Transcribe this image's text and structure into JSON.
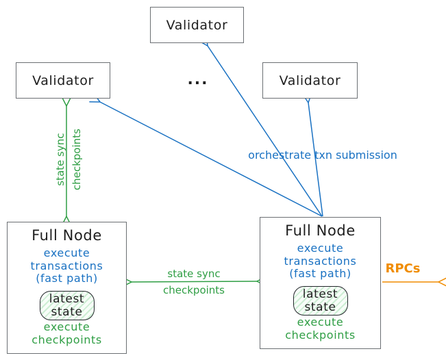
{
  "validators": [
    {
      "label": "Validator"
    },
    {
      "label": "Validator"
    },
    {
      "label": "Validator"
    }
  ],
  "ellipsis": "...",
  "full_nodes": [
    {
      "title": "Full Node",
      "exec_line1": "execute transactions",
      "exec_line2": "(fast path)",
      "state_line1": "latest",
      "state_line2": "state",
      "footer": "execute checkpoints"
    },
    {
      "title": "Full Node",
      "exec_line1": "execute transactions",
      "exec_line2": "(fast path)",
      "state_line1": "latest",
      "state_line2": "state",
      "footer": "execute checkpoints"
    }
  ],
  "arrow_labels": {
    "vertical_sync_line1": "state sync",
    "vertical_sync_line2": "checkpoints",
    "horizontal_sync_line1": "state sync",
    "horizontal_sync_line2": "checkpoints",
    "orchestrate": "orchestrate txn submission",
    "rpcs": "RPCs"
  },
  "colors": {
    "blue": "#1971c2",
    "green": "#2f9e44",
    "orange": "#f08c00",
    "box_border": "#6b6f73",
    "text": "#1e1e1e",
    "state_fill_stripe": "#cdeed4"
  }
}
